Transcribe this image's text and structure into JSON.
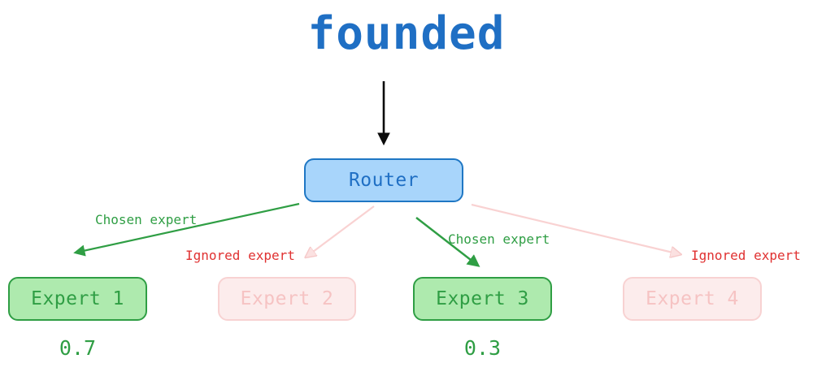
{
  "diagram": {
    "type": "mixture-of-experts-routing",
    "token": "founded",
    "router": {
      "label": "Router"
    },
    "experts": [
      {
        "label": "Expert 1",
        "state": "chosen",
        "weight": "0.7",
        "edge_label": "Chosen expert"
      },
      {
        "label": "Expert 2",
        "state": "ignored",
        "weight": "",
        "edge_label": "Ignored expert"
      },
      {
        "label": "Expert 3",
        "state": "chosen",
        "weight": "0.3",
        "edge_label": "Chosen expert"
      },
      {
        "label": "Expert 4",
        "state": "ignored",
        "weight": "",
        "edge_label": "Ignored expert"
      }
    ],
    "colors": {
      "token_text": "#1f6fc4",
      "router_fill": "#a8d5fb",
      "router_border": "#1f77c4",
      "chosen_fill": "#aeeaae",
      "chosen_border": "#2f9e44",
      "chosen_text": "#2f9e44",
      "ignored_fill": "#fcecec",
      "ignored_border": "#f8d2d2",
      "ignored_text": "#f6c3c3",
      "ignored_label_text": "#e03131",
      "ignored_arrow": "#f9d2d2",
      "input_arrow": "#0b0b0b"
    }
  }
}
